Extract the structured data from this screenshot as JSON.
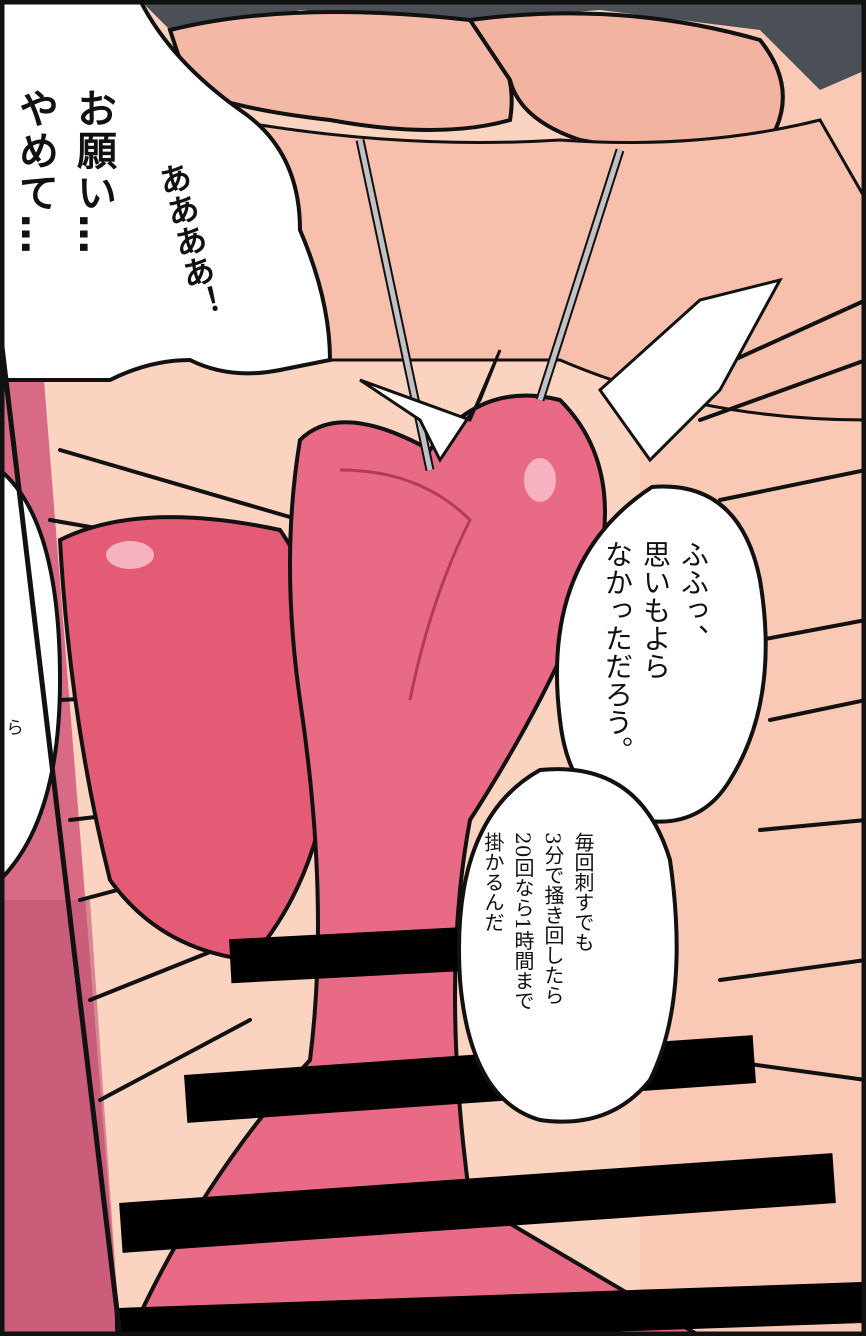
{
  "bubbles": {
    "please_stop": "お願い…\nやめて…",
    "ahhh": "ああああ！",
    "fufu": "ふふっ、\n思いもよら\nなかっただろう。",
    "every_time": "毎回刺すでも\n3分で掻き回したら\n20回なら1時間まで\n掛かるんだ",
    "partial_left": "ら"
  },
  "colors": {
    "skin": "#f8c9b5",
    "flesh_red": "#e55f78",
    "flesh_light": "#ef8295",
    "ink": "#111111",
    "needle": "#b9b9bd",
    "censor_bar": "#000000"
  }
}
